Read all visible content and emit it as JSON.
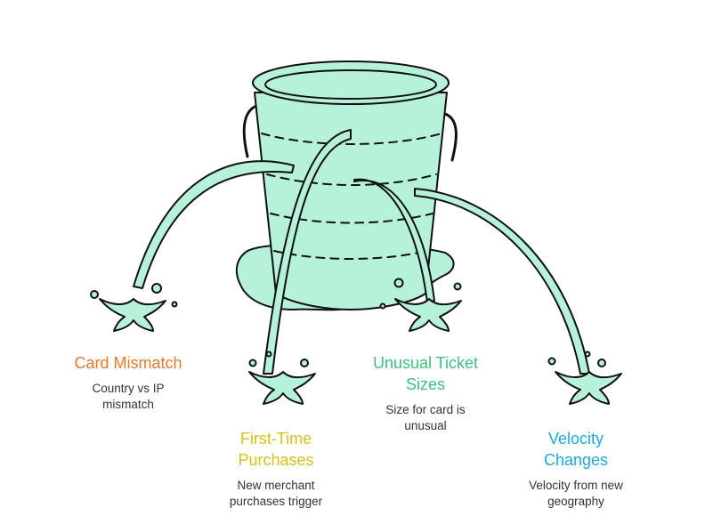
{
  "colors": {
    "fill": "#b6f2d9",
    "stroke": "#111111",
    "card_mismatch": "#e07b2e",
    "first_time": "#d6c21a",
    "unusual_ticket": "#3fbf7f",
    "velocity": "#1fa9d6"
  },
  "icons": [
    "leaking-bucket",
    "splash"
  ],
  "items": [
    {
      "title": "Card Mismatch",
      "title_lines": [
        "Card Mismatch"
      ],
      "desc_lines": [
        "Country vs IP",
        "mismatch"
      ]
    },
    {
      "title": "First-Time Purchases",
      "title_lines": [
        "First-Time",
        "Purchases"
      ],
      "desc_lines": [
        "New merchant",
        "purchases trigger"
      ]
    },
    {
      "title": "Unusual Ticket Sizes",
      "title_lines": [
        "Unusual Ticket",
        "Sizes"
      ],
      "desc_lines": [
        "Size for card is",
        "unusual"
      ]
    },
    {
      "title": "Velocity Changes",
      "title_lines": [
        "Velocity",
        "Changes"
      ],
      "desc_lines": [
        "Velocity from new",
        "geography"
      ]
    }
  ]
}
